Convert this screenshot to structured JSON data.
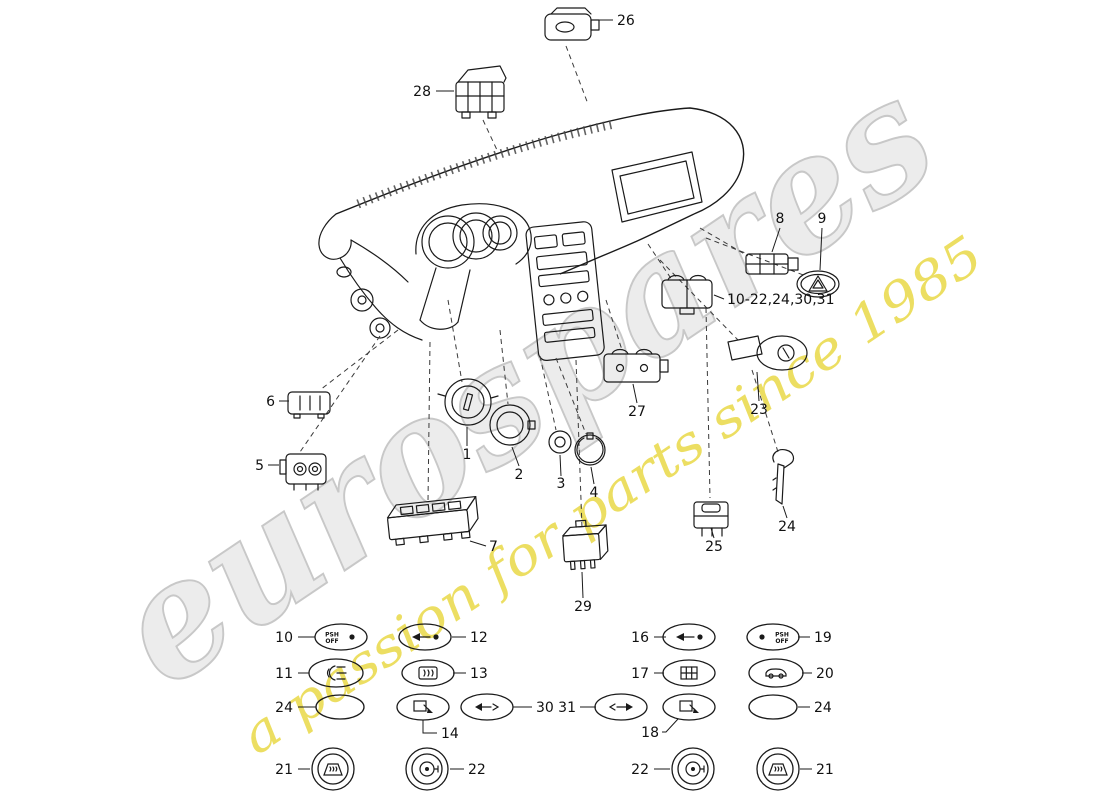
{
  "watermark": {
    "brand": "eurospares",
    "tagline": "a passion for parts since 1985"
  },
  "colors": {
    "watermark_gray": "#ececec",
    "watermark_yellow": "#e8d73b",
    "line": "#1a1a1a",
    "background": "#ffffff"
  },
  "labels": {
    "n1": "1",
    "n2": "2",
    "n3": "3",
    "n4": "4",
    "n5": "5",
    "n6": "6",
    "n7": "7",
    "n8": "8",
    "n9": "9",
    "n10": "10",
    "n11": "11",
    "n12": "12",
    "n13": "13",
    "n14": "14",
    "n16": "16",
    "n17": "17",
    "n18": "18",
    "n19": "19",
    "n20": "20",
    "n21": "21",
    "n22": "22",
    "n23": "23",
    "n24": "24",
    "n25": "25",
    "n26": "26",
    "n27": "27",
    "n28": "28",
    "n29": "29",
    "n30": "30",
    "n31": "31",
    "group": "10-22,24,30,31"
  },
  "switch_text": {
    "psh": "PSH",
    "off": "OFF"
  }
}
